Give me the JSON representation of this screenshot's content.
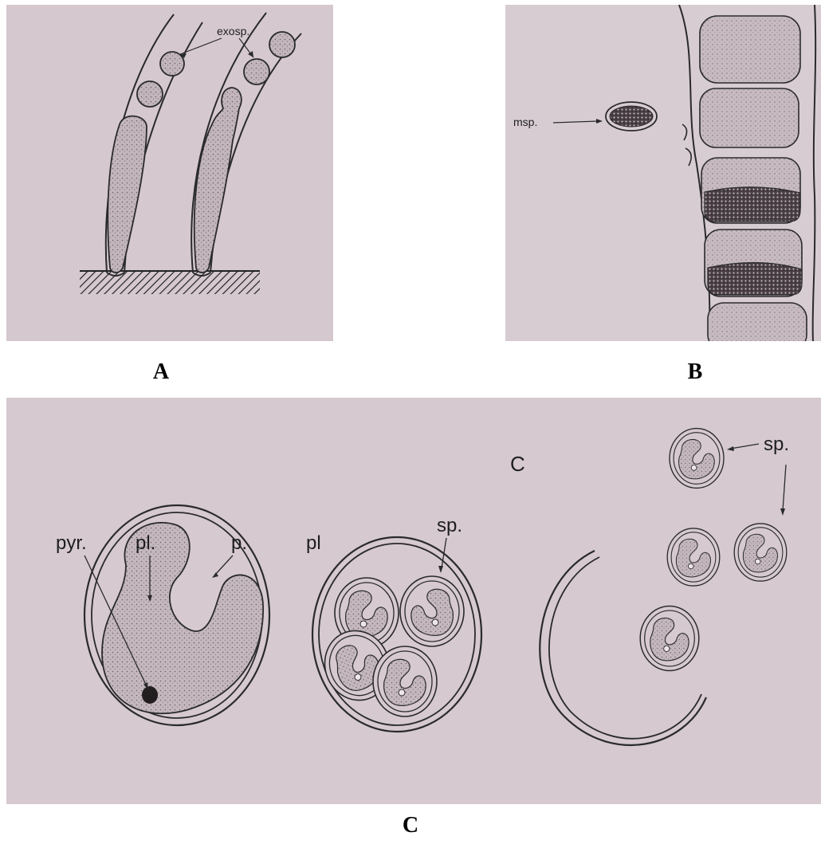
{
  "figure": {
    "panel_a": {
      "caption": "A",
      "labels": {
        "exospore": "exosp."
      }
    },
    "panel_b": {
      "caption": "B",
      "labels": {
        "microspore": "msp."
      }
    },
    "panel_c": {
      "caption": "C",
      "inner_letter": "C",
      "labels": {
        "pyrenoid": "pyr.",
        "plastid": "pl.",
        "parent_wall": "p.",
        "pl_second": "pl",
        "spore_middle": "sp.",
        "spore_right": "sp."
      }
    }
  }
}
